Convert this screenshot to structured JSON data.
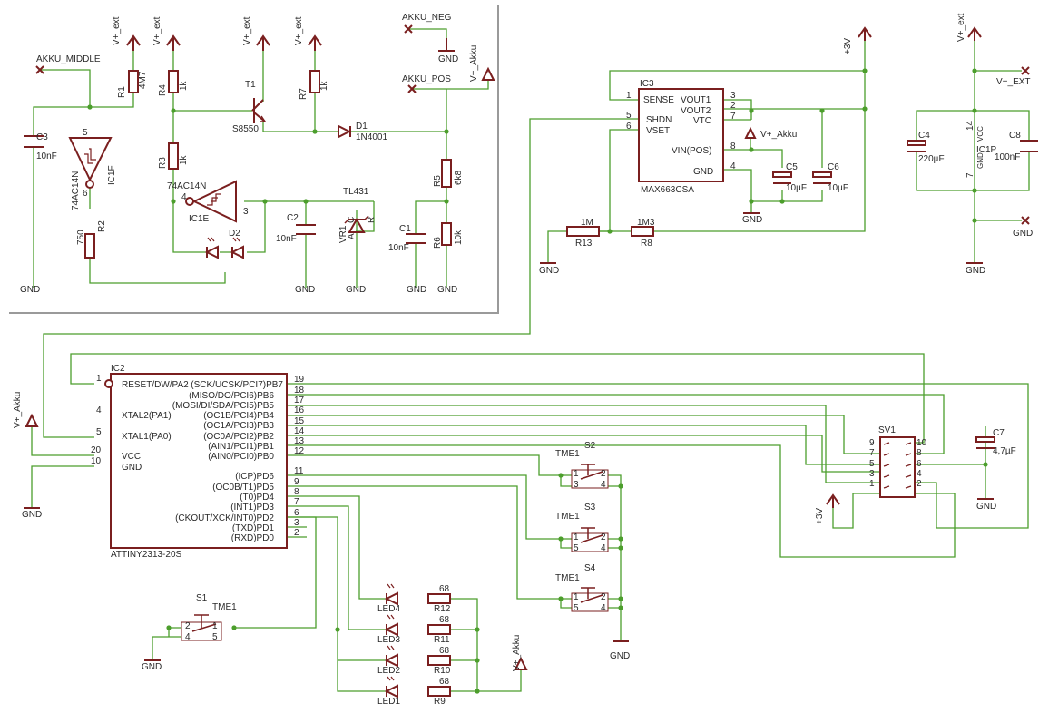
{
  "supply": {
    "vext": "V+_ext",
    "vakku": "V+_Akku",
    "v3": "+3V",
    "gnd": "GND",
    "vplus_ext": "V+_EXT"
  },
  "nets": {
    "akku_middle": "AKKU_MIDDLE",
    "akku_neg": "AKKU_NEG",
    "akku_pos": "AKKU_POS"
  },
  "ic1": {
    "f_name": "IC1F",
    "f_part": "74AC14N",
    "f_pin_in": "5",
    "f_pin_out": "6",
    "e_name": "IC1E",
    "e_part": "74AC14N",
    "e_pin_in": "4",
    "e_pin_out": "3",
    "p_name": "IC1P",
    "p_pin_vcc": "14",
    "p_pin_gnd": "7",
    "p_vcc": "VCC",
    "p_gnd": "GND"
  },
  "transistor": {
    "name": "T1",
    "part": "S8550"
  },
  "diodes": {
    "d1": "D1",
    "d1_part": "1N4001",
    "d2": "D2",
    "tl": "TL431",
    "vr": "VR1",
    "a": "A",
    "c": "C",
    "r": "R"
  },
  "resistors": {
    "r1": "R1",
    "r1v": "4M7",
    "r2": "R2",
    "r2v": "750",
    "r3": "R3",
    "r3v": "1k",
    "r4": "R4",
    "r4v": "1k",
    "r5": "R5",
    "r5v": "6k8",
    "r6": "R6",
    "r6v": "10k",
    "r7": "R7",
    "r7v": "1k",
    "r8": "R8",
    "r8v": "1M3",
    "r13": "R13",
    "r13v": "1M",
    "r9": "R9",
    "r10": "R10",
    "r11": "R11",
    "r12": "R12",
    "r68": "68"
  },
  "caps": {
    "c1": "C1",
    "c1v": "10nF",
    "c2": "C2",
    "c2v": "10nF",
    "c3": "C3",
    "c3v": "10nF",
    "c4": "C4",
    "c4v": "220µF",
    "c5": "C5",
    "c5v": "10µF",
    "c6": "C6",
    "c6v": "10µF",
    "c7": "C7",
    "c7v": "4,7µF",
    "c8": "C8",
    "c8v": "100nF"
  },
  "ic3": {
    "name": "IC3",
    "part": "MAX663CSA",
    "pins": [
      {
        "num": "1",
        "label": "SENSE"
      },
      {
        "num": "5",
        "label": "SHDN"
      },
      {
        "num": "6",
        "label": "VSET"
      },
      {
        "num": "3",
        "label": "VOUT1"
      },
      {
        "num": "2",
        "label": "VOUT2"
      },
      {
        "num": "7",
        "label": "VTC"
      },
      {
        "num": "8",
        "label": "VIN(POS)"
      },
      {
        "num": "4",
        "label": "GND"
      }
    ]
  },
  "ic2": {
    "name": "IC2",
    "part": "ATTINY2313-20S",
    "left_pins": [
      {
        "num": "1",
        "label": "RESET/DW/PA2"
      },
      {
        "num": "4",
        "label": "XTAL2(PA1)"
      },
      {
        "num": "5",
        "label": "XTAL1(PA0)"
      },
      {
        "num": "20",
        "label": "VCC"
      },
      {
        "num": "10",
        "label": "GND"
      }
    ],
    "right_pins": [
      {
        "num": "19",
        "label": "(SCK/UCSK/PCI7)PB7"
      },
      {
        "num": "18",
        "label": "(MISO/DO/PCI6)PB6"
      },
      {
        "num": "17",
        "label": "(MOSI/DI/SDA/PCI5)PB5"
      },
      {
        "num": "16",
        "label": "(OC1B/PCI4)PB4"
      },
      {
        "num": "15",
        "label": "(OC1A/PCI3)PB3"
      },
      {
        "num": "14",
        "label": "(OC0A/PCI2)PB2"
      },
      {
        "num": "13",
        "label": "(AIN1/PCI1)PB1"
      },
      {
        "num": "12",
        "label": "(AIN0/PCI0)PB0"
      },
      {
        "num": "11",
        "label": "(ICP)PD6"
      },
      {
        "num": "9",
        "label": "(OC0B/T1)PD5"
      },
      {
        "num": "8",
        "label": "(T0)PD4"
      },
      {
        "num": "7",
        "label": "(INT1)PD3"
      },
      {
        "num": "6",
        "label": "(CKOUT/XCK/INT0)PD2"
      },
      {
        "num": "3",
        "label": "(TXD)PD1"
      },
      {
        "num": "2",
        "label": "(RXD)PD0"
      }
    ]
  },
  "switches": {
    "s1": "S1",
    "s2": "S2",
    "s3": "S3",
    "s4": "S4",
    "type": "TME1"
  },
  "leds": {
    "led1": "LED1",
    "led2": "LED2",
    "led3": "LED3",
    "led4": "LED4"
  },
  "header": {
    "name": "SV1",
    "pins_left": [
      "9",
      "7",
      "5",
      "3",
      "1"
    ],
    "pins_right": [
      "10",
      "8",
      "6",
      "4",
      "2"
    ]
  }
}
